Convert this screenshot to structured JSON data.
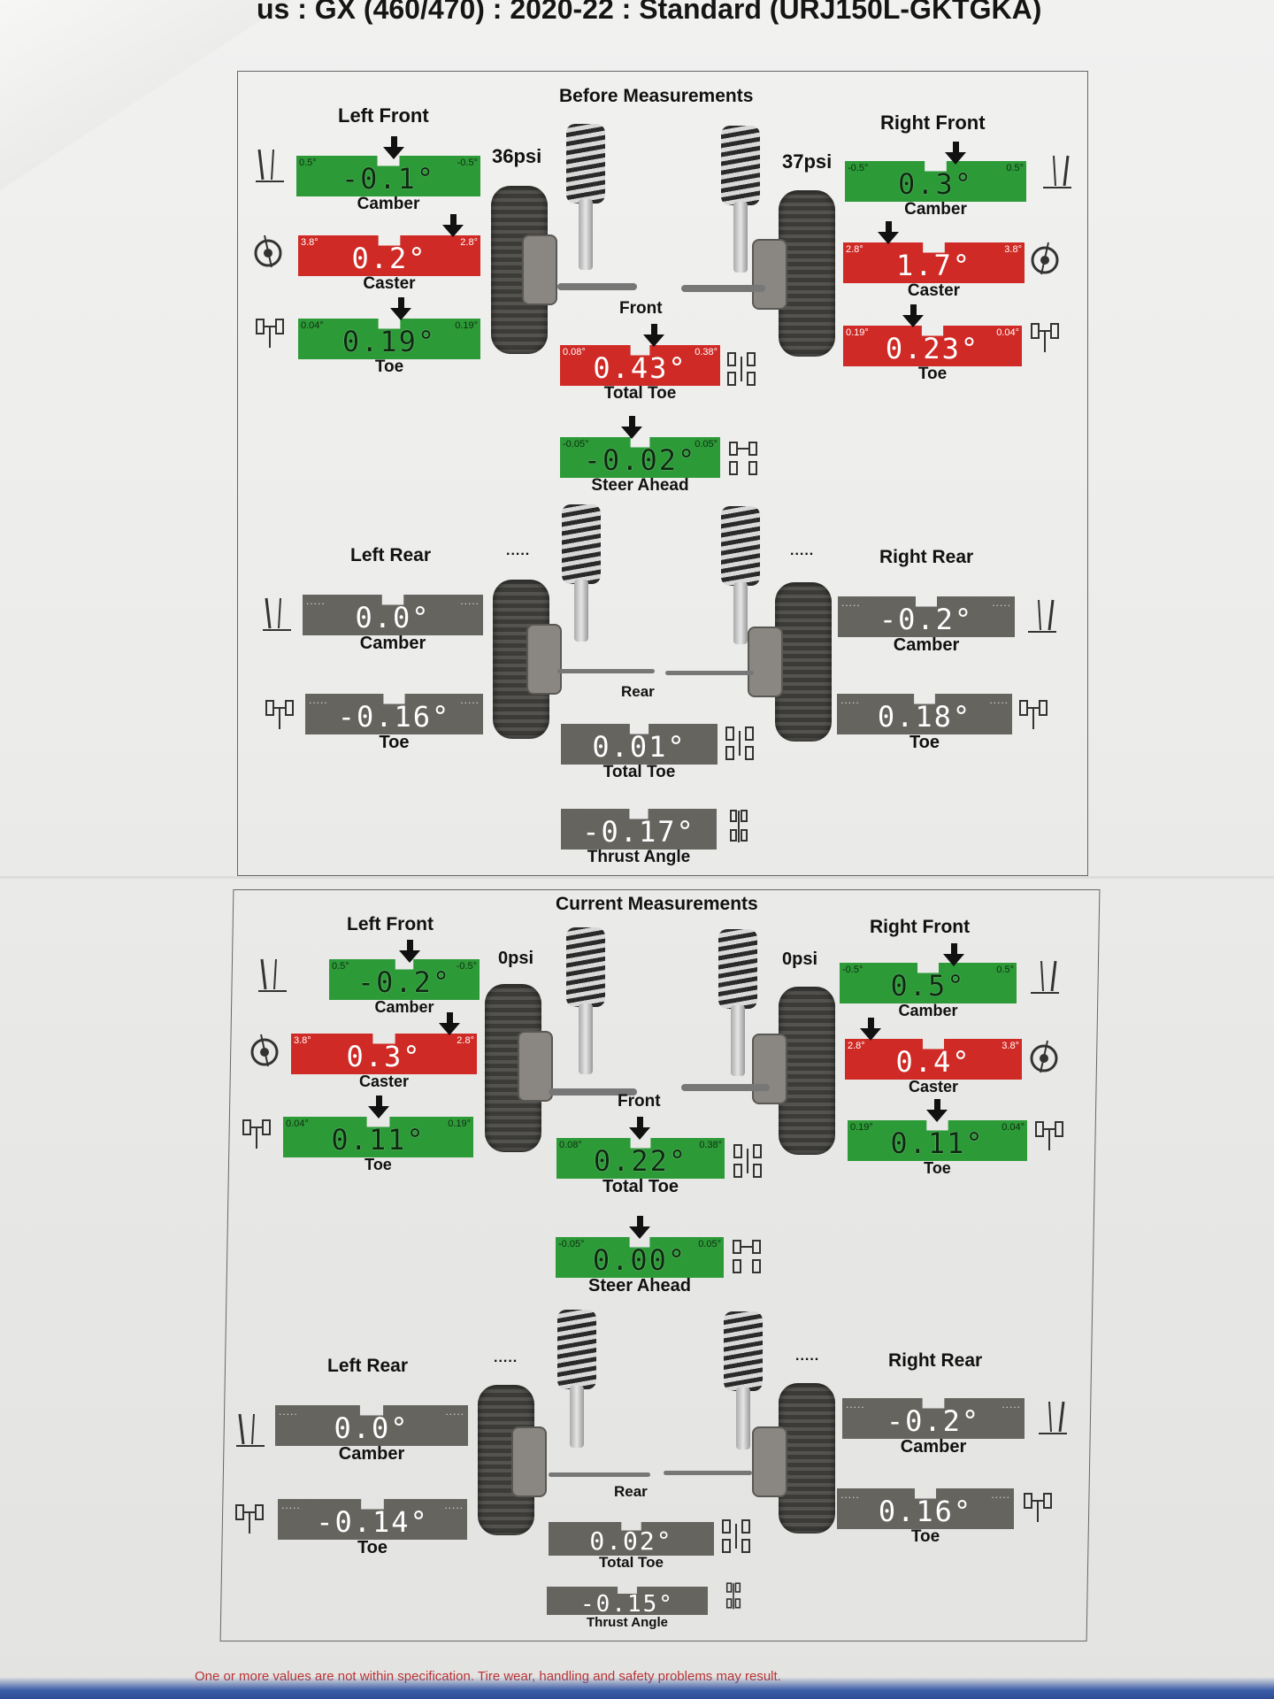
{
  "header": "us : GX (460/470) : 2020-22 : Standard (URJ150L-GKTGKA)",
  "footer": "One or more values are not within specification. Tire wear, handling and safety problems may result.",
  "colors": {
    "in_spec": "#2d9a38",
    "out_of_spec": "#cf2a25",
    "no_spec": "#66645f"
  },
  "before": {
    "title": "Before Measurements",
    "left_front": {
      "label": "Left Front",
      "psi": "36psi",
      "camber": {
        "value": "-0.1°",
        "min": "0.5°",
        "max": "-0.5°",
        "caption": "Camber",
        "status": "green"
      },
      "caster": {
        "value": "0.2°",
        "min": "3.8°",
        "max": "2.8°",
        "caption": "Caster",
        "status": "red"
      },
      "toe": {
        "value": "0.19°",
        "min": "0.04°",
        "max": "0.19°",
        "caption": "Toe",
        "status": "green"
      }
    },
    "right_front": {
      "label": "Right Front",
      "psi": "37psi",
      "camber": {
        "value": "0.3°",
        "min": "-0.5°",
        "max": "0.5°",
        "caption": "Camber",
        "status": "green"
      },
      "caster": {
        "value": "1.7°",
        "min": "2.8°",
        "max": "3.8°",
        "caption": "Caster",
        "status": "red"
      },
      "toe": {
        "value": "0.23°",
        "min": "0.19°",
        "max": "0.04°",
        "caption": "Toe",
        "status": "red"
      }
    },
    "front_label": "Front",
    "front_total_toe": {
      "value": "0.43°",
      "min": "0.08°",
      "max": "0.38°",
      "caption": "Total Toe",
      "status": "red"
    },
    "steer_ahead": {
      "value": "-0.02°",
      "min": "-0.05°",
      "max": "0.05°",
      "caption": "Steer Ahead",
      "status": "green"
    },
    "left_rear": {
      "label": "Left Rear",
      "dots": ".....",
      "camber": {
        "value": "0.0°",
        "caption": "Camber",
        "status": "gray"
      },
      "toe": {
        "value": "-0.16°",
        "caption": "Toe",
        "status": "gray"
      }
    },
    "right_rear": {
      "label": "Right Rear",
      "dots": ".....",
      "camber": {
        "value": "-0.2°",
        "caption": "Camber",
        "status": "gray"
      },
      "toe": {
        "value": "0.18°",
        "caption": "Toe",
        "status": "gray"
      }
    },
    "rear_label": "Rear",
    "rear_total_toe": {
      "value": "0.01°",
      "caption": "Total Toe",
      "status": "gray"
    },
    "thrust_angle": {
      "value": "-0.17°",
      "caption": "Thrust Angle",
      "status": "gray"
    }
  },
  "current": {
    "title": "Current Measurements",
    "left_front": {
      "label": "Left Front",
      "psi": "0psi",
      "camber": {
        "value": "-0.2°",
        "min": "0.5°",
        "max": "-0.5°",
        "caption": "Camber",
        "status": "green"
      },
      "caster": {
        "value": "0.3°",
        "min": "3.8°",
        "max": "2.8°",
        "caption": "Caster",
        "status": "red"
      },
      "toe": {
        "value": "0.11°",
        "min": "0.04°",
        "max": "0.19°",
        "caption": "Toe",
        "status": "green"
      }
    },
    "right_front": {
      "label": "Right Front",
      "psi": "0psi",
      "camber": {
        "value": "0.5°",
        "min": "-0.5°",
        "max": "0.5°",
        "caption": "Camber",
        "status": "green"
      },
      "caster": {
        "value": "0.4°",
        "min": "2.8°",
        "max": "3.8°",
        "caption": "Caster",
        "status": "red"
      },
      "toe": {
        "value": "0.11°",
        "min": "0.19°",
        "max": "0.04°",
        "caption": "Toe",
        "status": "green"
      }
    },
    "front_label": "Front",
    "front_total_toe": {
      "value": "0.22°",
      "min": "0.08°",
      "max": "0.38°",
      "caption": "Total Toe",
      "status": "green"
    },
    "steer_ahead": {
      "value": "0.00°",
      "min": "-0.05°",
      "max": "0.05°",
      "caption": "Steer Ahead",
      "status": "green"
    },
    "left_rear": {
      "label": "Left Rear",
      "dots": ".....",
      "camber": {
        "value": "0.0°",
        "caption": "Camber",
        "status": "gray"
      },
      "toe": {
        "value": "-0.14°",
        "caption": "Toe",
        "status": "gray"
      }
    },
    "right_rear": {
      "label": "Right Rear",
      "dots": ".....",
      "camber": {
        "value": "-0.2°",
        "caption": "Camber",
        "status": "gray"
      },
      "toe": {
        "value": "0.16°",
        "caption": "Toe",
        "status": "gray"
      }
    },
    "rear_label": "Rear",
    "rear_total_toe": {
      "value": "0.02°",
      "caption": "Total Toe",
      "status": "gray"
    },
    "thrust_angle": {
      "value": "-0.15°",
      "caption": "Thrust Angle",
      "status": "gray"
    }
  }
}
